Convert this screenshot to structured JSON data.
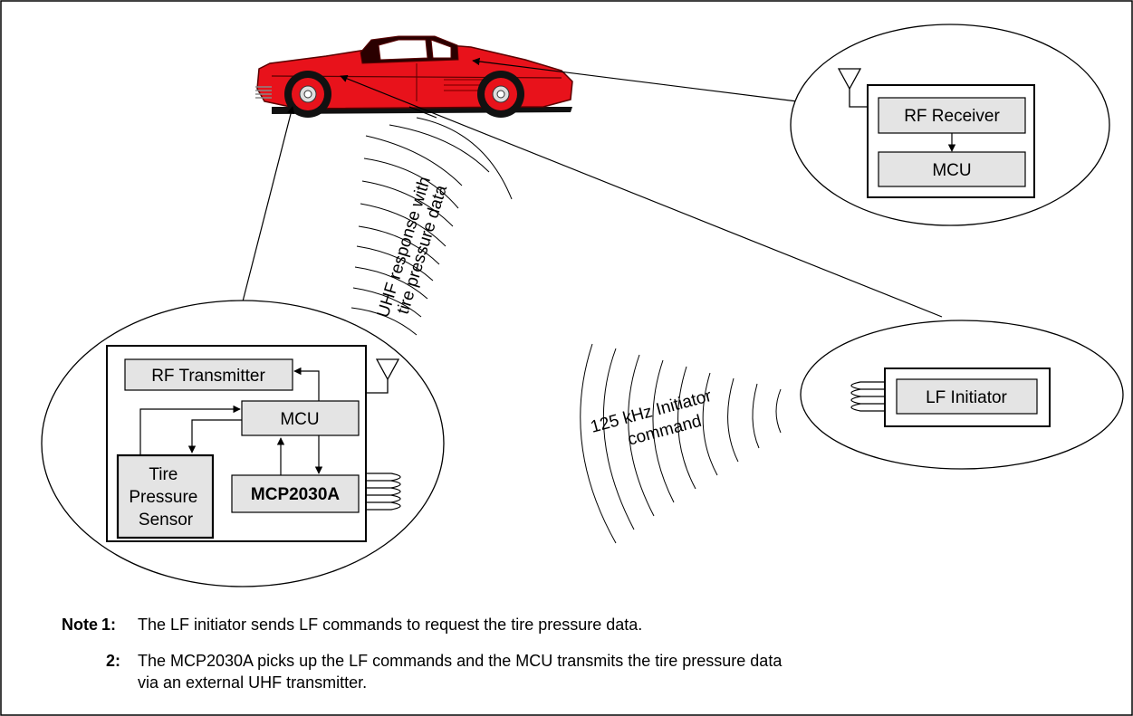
{
  "receiver": {
    "rf_receiver_label": "RF Receiver",
    "mcu_label": "MCU"
  },
  "sensor_module": {
    "rf_transmitter_label": "RF Transmitter",
    "mcu_label": "MCU",
    "sensor_label_lines": [
      "Tire",
      "Pressure",
      "Sensor"
    ],
    "mcp_label": "MCP2030A"
  },
  "initiator": {
    "lf_initiator_label": "LF Initiator"
  },
  "uhf_label_lines": [
    "UHF response with",
    "tire pressure data"
  ],
  "lf_label_lines": [
    "125 kHz Initiator",
    "command"
  ],
  "notes": {
    "heading": "Note",
    "items": [
      {
        "num": "1:",
        "text": "The LF initiator sends LF commands to request the tire pressure data."
      },
      {
        "num": "2:",
        "text": "The MCP2030A picks up the LF commands and the MCU transmits the tire pressure data"
      },
      {
        "num": "",
        "text": "via an external UHF transmitter."
      }
    ]
  },
  "colors": {
    "box_fill": "#e4e4e4",
    "car_red": "#e8121b",
    "car_dark": "#5a0000"
  }
}
